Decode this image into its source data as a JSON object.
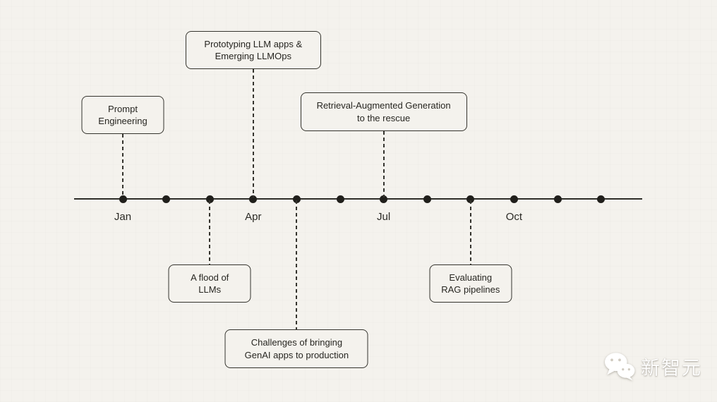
{
  "diagram": {
    "type": "timeline",
    "axis": {
      "num_dots": 12,
      "visible_month_labels": [
        {
          "label": "Jan",
          "dot_index": 0
        },
        {
          "label": "Apr",
          "dot_index": 3
        },
        {
          "label": "Jul",
          "dot_index": 6
        },
        {
          "label": "Oct",
          "dot_index": 9
        }
      ]
    },
    "events": {
      "prompt_engineering": {
        "label": "Prompt\nEngineering",
        "dot_index": 0,
        "position": "above"
      },
      "prototyping": {
        "label": "Prototyping LLM apps &\nEmerging LLMOps",
        "dot_index": 3,
        "position": "above"
      },
      "rag_rescue": {
        "label": "Retrieval-Augmented Generation\nto the rescue",
        "dot_index": 6,
        "position": "above"
      },
      "flood_llms": {
        "label": "A flood of\nLLMs",
        "dot_index": 2,
        "position": "below"
      },
      "challenges": {
        "label": "Challenges of bringing\nGenAI apps to production",
        "dot_index": 4,
        "position": "below"
      },
      "evaluating_rag": {
        "label": "Evaluating\nRAG pipelines",
        "dot_index": 8,
        "position": "below"
      }
    },
    "colors": {
      "background": "#f4f2ed",
      "line": "#2e2d28",
      "dot": "#201f1b",
      "box_border": "#35342e",
      "text": "#272621"
    }
  },
  "watermark": {
    "text": "新智元",
    "icon": "wechat-logo-icon",
    "color": "#ffffff"
  }
}
